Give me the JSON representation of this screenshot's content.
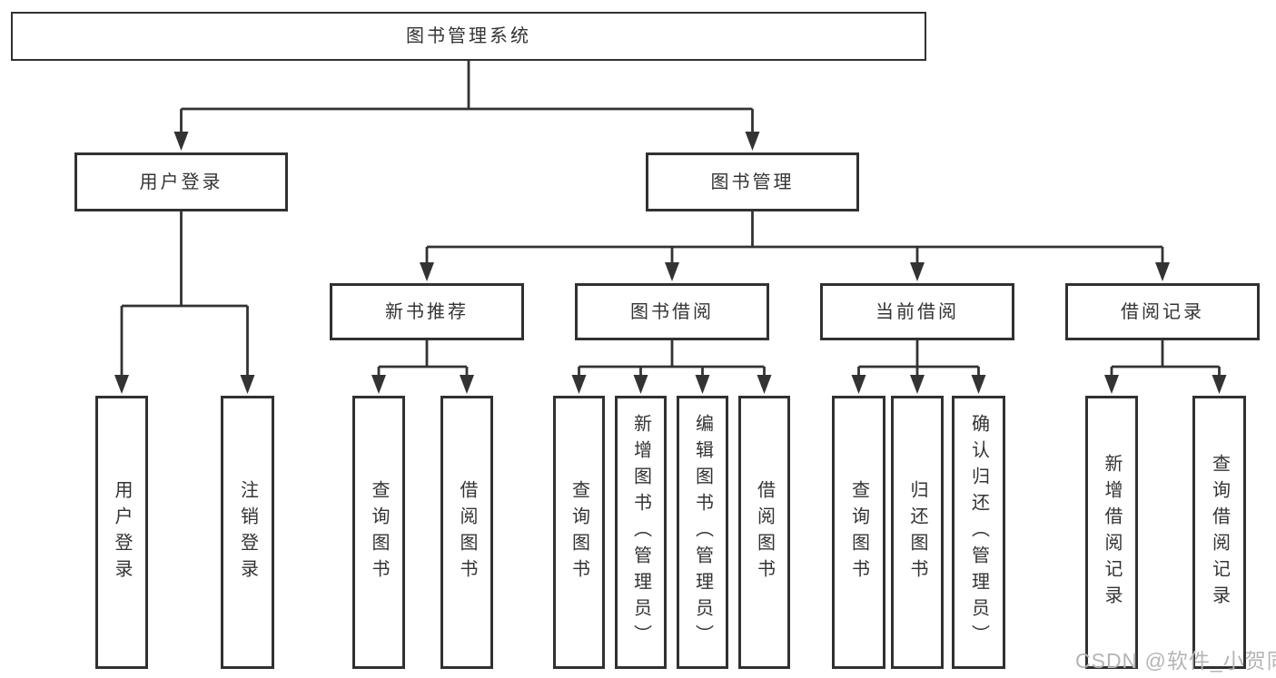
{
  "tree": {
    "root": {
      "label": "图书管理系统"
    },
    "login": {
      "label": "用户登录",
      "children": [
        {
          "label": "用户登录"
        },
        {
          "label": "注销登录"
        }
      ]
    },
    "management": {
      "label": "图书管理",
      "groups": [
        {
          "label": "新书推荐",
          "children": [
            {
              "label": "查询图书"
            },
            {
              "label": "借阅图书"
            }
          ]
        },
        {
          "label": "图书借阅",
          "children": [
            {
              "label": "查询图书"
            },
            {
              "label": "新增图书（管理员）"
            },
            {
              "label": "编辑图书（管理员）"
            },
            {
              "label": "借阅图书"
            }
          ]
        },
        {
          "label": "当前借阅",
          "children": [
            {
              "label": "查询图书"
            },
            {
              "label": "归还图书"
            },
            {
              "label": "确认归还（管理员）"
            }
          ]
        },
        {
          "label": "借阅记录",
          "children": [
            {
              "label": "新增借阅记录"
            },
            {
              "label": "查询借阅记录"
            }
          ]
        }
      ]
    }
  },
  "colors": {
    "line": "#333333",
    "text": "#333333",
    "box_background": "#ffffff",
    "watermark": "#b5b5b5"
  },
  "watermark": {
    "text": "CSDN @软件_小贺同学"
  }
}
